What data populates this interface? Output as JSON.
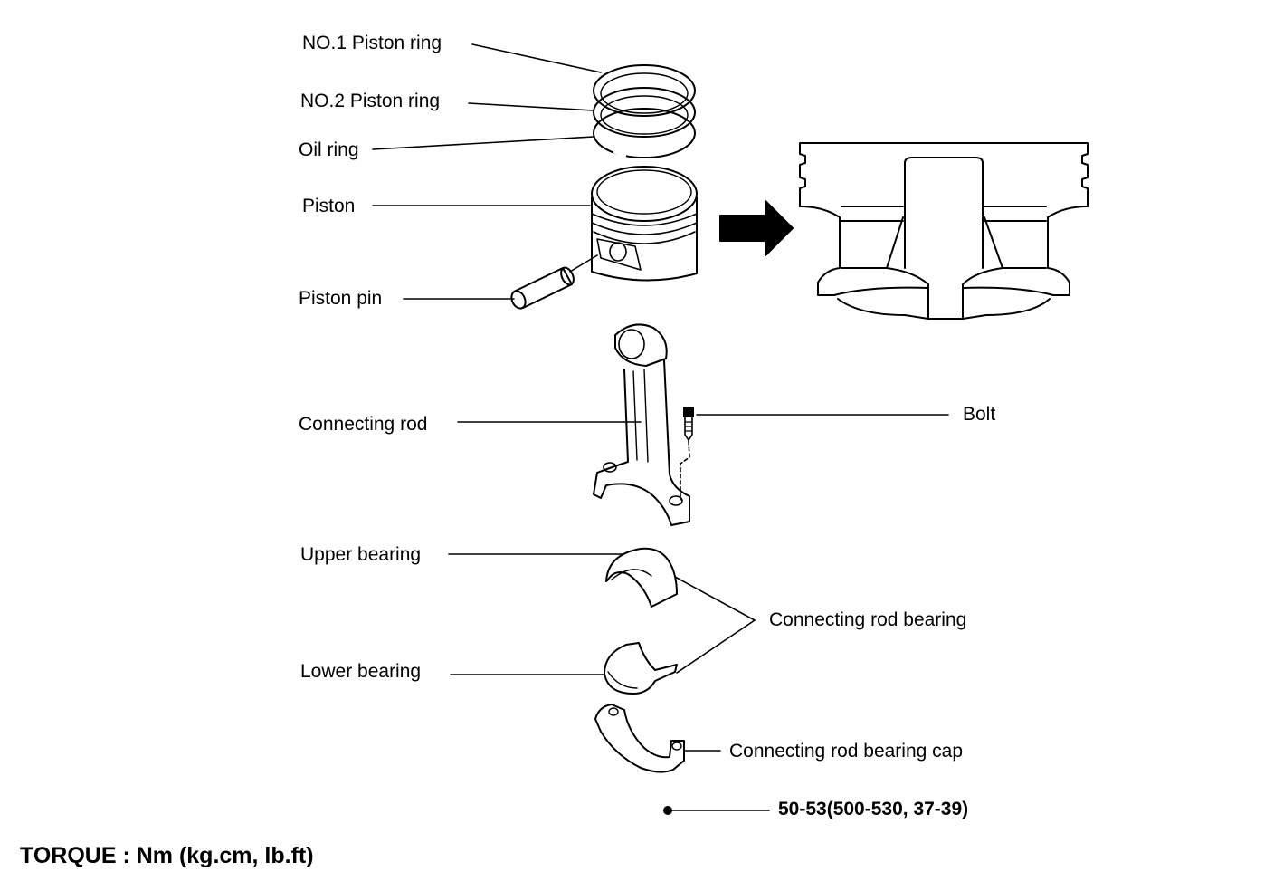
{
  "diagram": {
    "type": "exploded-parts-diagram",
    "labels": {
      "no1_piston_ring": "NO.1 Piston ring",
      "no2_piston_ring": "NO.2 Piston ring",
      "oil_ring": "Oil ring",
      "piston": "Piston",
      "piston_pin": "Piston pin",
      "connecting_rod": "Connecting rod",
      "bolt": "Bolt",
      "upper_bearing": "Upper bearing",
      "lower_bearing": "Lower bearing",
      "connecting_rod_bearing": "Connecting rod bearing",
      "connecting_rod_bearing_cap": "Connecting rod bearing cap",
      "torque_spec": "50-53(500-530, 37-39)"
    },
    "torque_legend": "TORQUE : Nm (kg.cm, lb.ft)",
    "icons": {
      "arrow": "right-arrow",
      "torque_marker": "torque-dot"
    }
  }
}
